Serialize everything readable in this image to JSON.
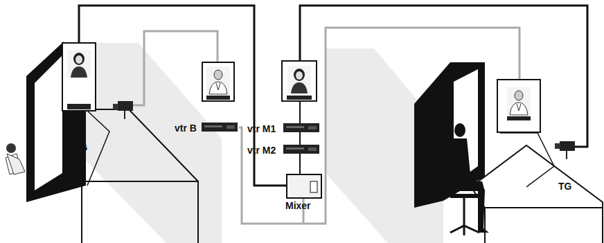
{
  "diagram": {
    "labels": [
      "TG",
      "vtr B",
      "vtr M1",
      "vtr M2",
      "Mixer",
      "TG"
    ]
  }
}
